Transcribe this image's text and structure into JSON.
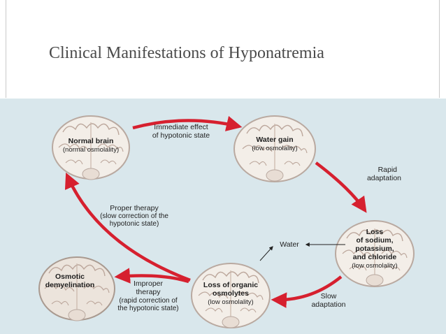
{
  "slide": {
    "title": "Clinical Manifestations of Hyponatremia"
  },
  "diagram": {
    "brains": {
      "normal": {
        "name": "Normal brain",
        "detail": "(normal osmolality)"
      },
      "water_gain": {
        "name": "Water gain",
        "detail": "(low osmolality)"
      },
      "loss_sodium": {
        "lines": [
          "Loss",
          "of sodium,",
          "potassium,",
          "and chloride"
        ],
        "detail": "(low osmolality)"
      },
      "loss_organic": {
        "lines": [
          "Loss of organic",
          "osmolytes"
        ],
        "detail": "(low osmolality)"
      },
      "osmotic": {
        "lines": [
          "Osmotic",
          "demyelination"
        ]
      }
    },
    "transitions": {
      "immediate": [
        "Immediate effect",
        "of hypotonic state"
      ],
      "rapid": [
        "Rapid",
        "adaptation"
      ],
      "slow": [
        "Slow",
        "adaptation"
      ],
      "proper": [
        "Proper therapy",
        "(slow correction of the",
        "hypotonic state)"
      ],
      "improper": [
        "Improper",
        "therapy",
        "(rapid correction of",
        "the hypotonic state)"
      ],
      "water": "Water"
    },
    "colors": {
      "arrow": "#d6202f",
      "background": "#d9e7ec",
      "brain_fill": "#f3eee8",
      "brain_outline": "#b9a9a0",
      "text": "#1f1f1f"
    }
  }
}
